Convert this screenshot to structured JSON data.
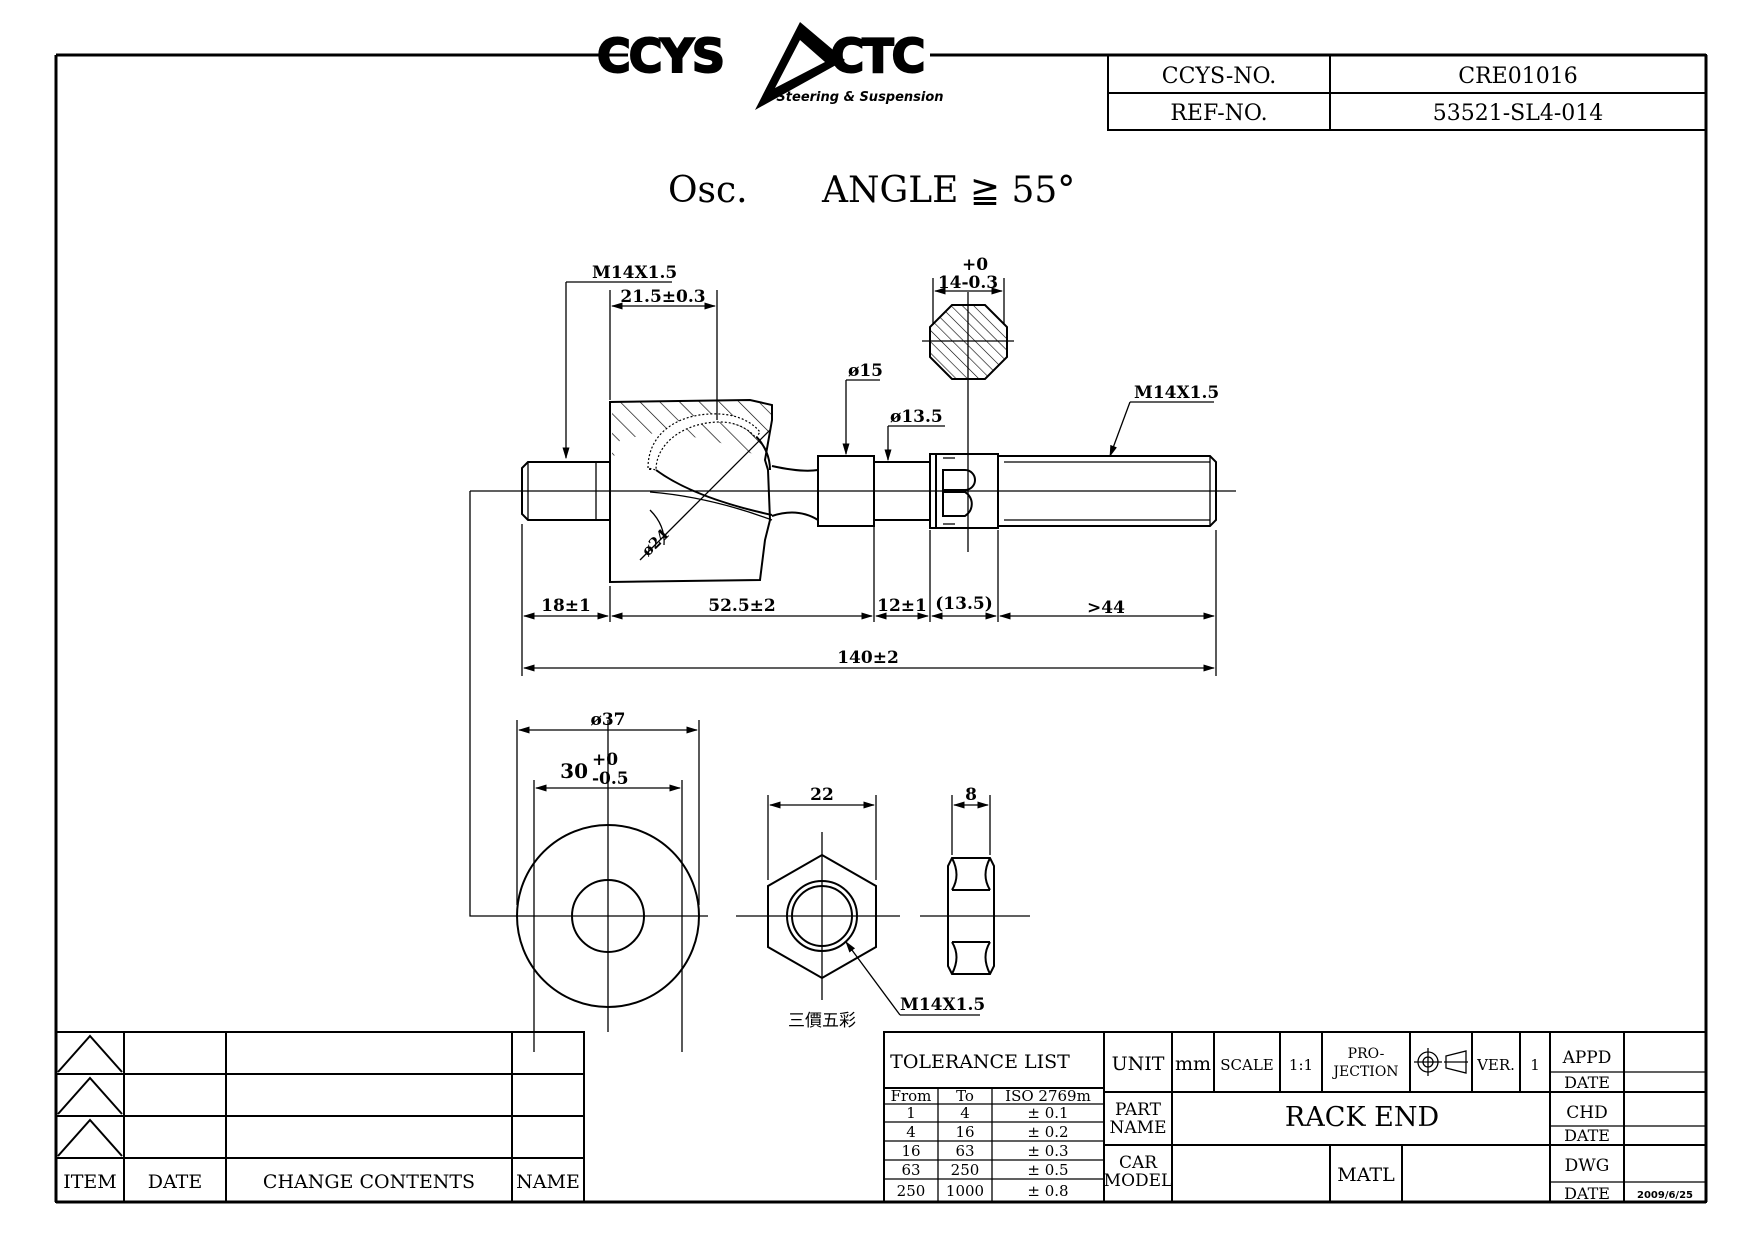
{
  "logo": {
    "brand_left": "CCYS",
    "brand_right": "CTC",
    "tagline": "Steering & Suspension"
  },
  "header": {
    "ccys_no_label": "CCYS-NO.",
    "ccys_no_value": "CRE01016",
    "ref_no_label": "REF-NO.",
    "ref_no_value": "53521-SL4-014"
  },
  "note": {
    "osc": "Osc.",
    "angle": "ANGLE ≧ 55°"
  },
  "dimensions": {
    "thread_left": "M14X1.5",
    "d_21_5": "21.5±0.3",
    "hex_tol": "+0",
    "hex_size": "14-0.3",
    "dia_15": "ø15",
    "dia_13_5": "ø13.5",
    "thread_right": "M14X1.5",
    "dia_24": "ø24",
    "d_18": "18±1",
    "d_52_5": "52.5±2",
    "d_12": "12±1",
    "d_13_5": "(13.5)",
    "d_44": ">44",
    "d_140": "140±2",
    "dia_37": "ø37",
    "d_30_main": "30",
    "d_30_plus": "+0",
    "d_30_minus": "-0.5",
    "nut_22": "22",
    "nut_8": "8",
    "nut_thread": "M14X1.5",
    "nut_note": "三價五彩"
  },
  "revision": {
    "headers": [
      "ITEM",
      "DATE",
      "CHANGE CONTENTS",
      "NAME"
    ]
  },
  "tolerance": {
    "title": "TOLERANCE LIST",
    "headers": [
      "From",
      "To",
      "ISO 2769m"
    ],
    "rows": [
      [
        "1",
        "4",
        "± 0.1"
      ],
      [
        "4",
        "16",
        "± 0.2"
      ],
      [
        "16",
        "63",
        "± 0.3"
      ],
      [
        "63",
        "250",
        "± 0.5"
      ],
      [
        "250",
        "1000",
        "± 0.8"
      ]
    ]
  },
  "title_block": {
    "unit_label": "UNIT",
    "unit_value": "mm",
    "scale_label": "SCALE",
    "scale_value": "1:1",
    "projection_label_1": "PRO-",
    "projection_label_2": "JECTION",
    "ver_label": "VER.",
    "ver_value": "1",
    "part_label_1": "PART",
    "part_label_2": "NAME",
    "part_value": "RACK END",
    "car_label_1": "CAR",
    "car_label_2": "MODEL",
    "matl_label": "MATL",
    "appd_label": "APPD",
    "date_label": "DATE",
    "chd_label": "CHD",
    "dwg_label": "DWG",
    "dwg_date": "2009/6/25"
  }
}
